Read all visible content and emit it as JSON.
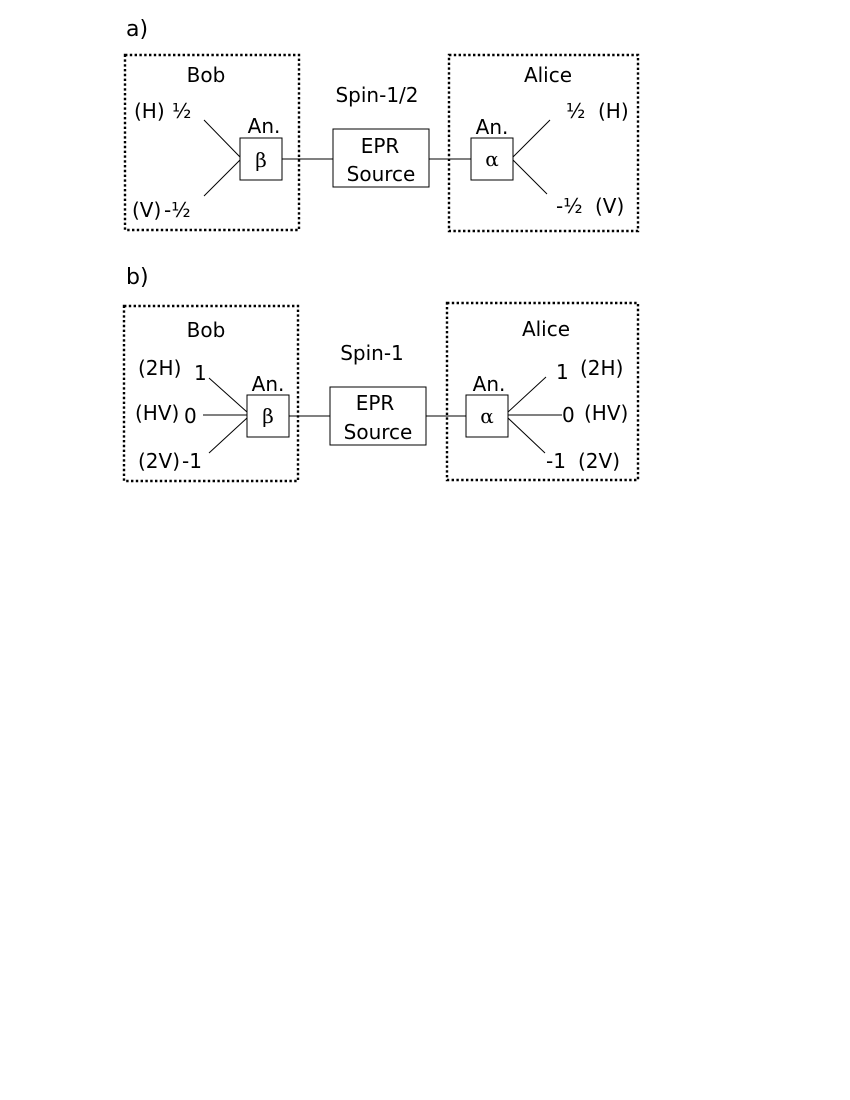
{
  "panel_a": {
    "label": "a)",
    "spin_label": "Spin-1/2",
    "bob": {
      "title": "Bob",
      "analyzer_label": "An.",
      "analyzer_symbol": "β",
      "outputs": [
        {
          "pol": "(H)",
          "value": "½"
        },
        {
          "pol": "(V)",
          "value": "-½"
        }
      ]
    },
    "source": {
      "line1": "EPR",
      "line2": "Source"
    },
    "alice": {
      "title": "Alice",
      "analyzer_label": "An.",
      "analyzer_symbol": "α",
      "outputs": [
        {
          "value": "½",
          "pol": "(H)"
        },
        {
          "value": "-½",
          "pol": "(V)"
        }
      ]
    }
  },
  "panel_b": {
    "label": "b)",
    "spin_label": "Spin-1",
    "bob": {
      "title": "Bob",
      "analyzer_label": "An.",
      "analyzer_symbol": "β",
      "outputs": [
        {
          "pol": "(2H)",
          "value": "1"
        },
        {
          "pol": "(HV)",
          "value": "0"
        },
        {
          "pol": "(2V)",
          "value": "-1"
        }
      ]
    },
    "source": {
      "line1": "EPR",
      "line2": "Source"
    },
    "alice": {
      "title": "Alice",
      "analyzer_label": "An.",
      "analyzer_symbol": "α",
      "outputs": [
        {
          "value": "1",
          "pol": "(2H)"
        },
        {
          "value": "0",
          "pol": "(HV)"
        },
        {
          "value": "-1",
          "pol": "(2V)"
        }
      ]
    }
  }
}
